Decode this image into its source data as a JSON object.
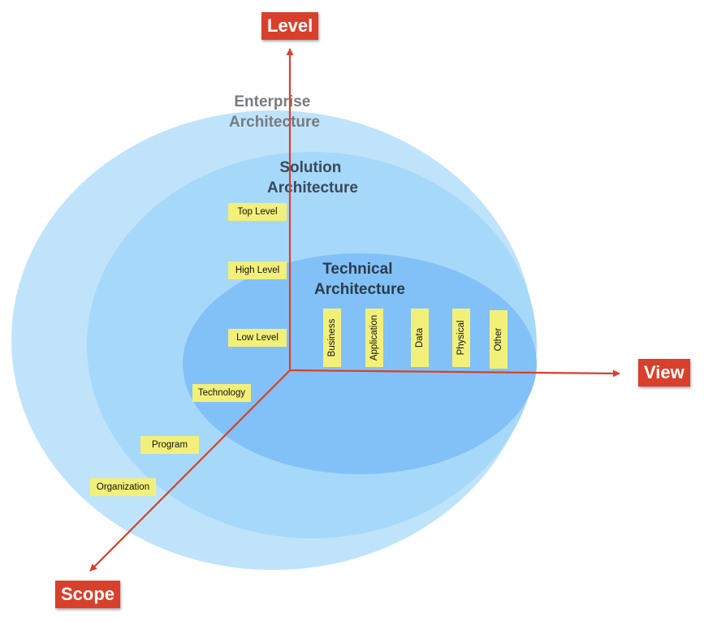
{
  "axes": {
    "level": "Level",
    "view": "View",
    "scope": "Scope"
  },
  "layers": {
    "enterprise": {
      "line1": "Enterprise",
      "line2": "Architecture"
    },
    "solution": {
      "line1": "Solution",
      "line2": "Architecture"
    },
    "technical": {
      "line1": "Technical",
      "line2": "Architecture"
    }
  },
  "level_notes": [
    "Top  Level",
    "High  Level",
    "Low Level"
  ],
  "scope_notes": [
    "Technology",
    "Program",
    "Organization"
  ],
  "view_notes": [
    "Business",
    "Application",
    "Data",
    "Physical",
    "Other"
  ],
  "colors": {
    "enterprise_fill": "#bfe3fb",
    "solution_fill": "#a6d8fa",
    "technical_fill": "#82c1f7",
    "axis_color": "#d9402b",
    "sticky_fill": "#f3f07a"
  }
}
